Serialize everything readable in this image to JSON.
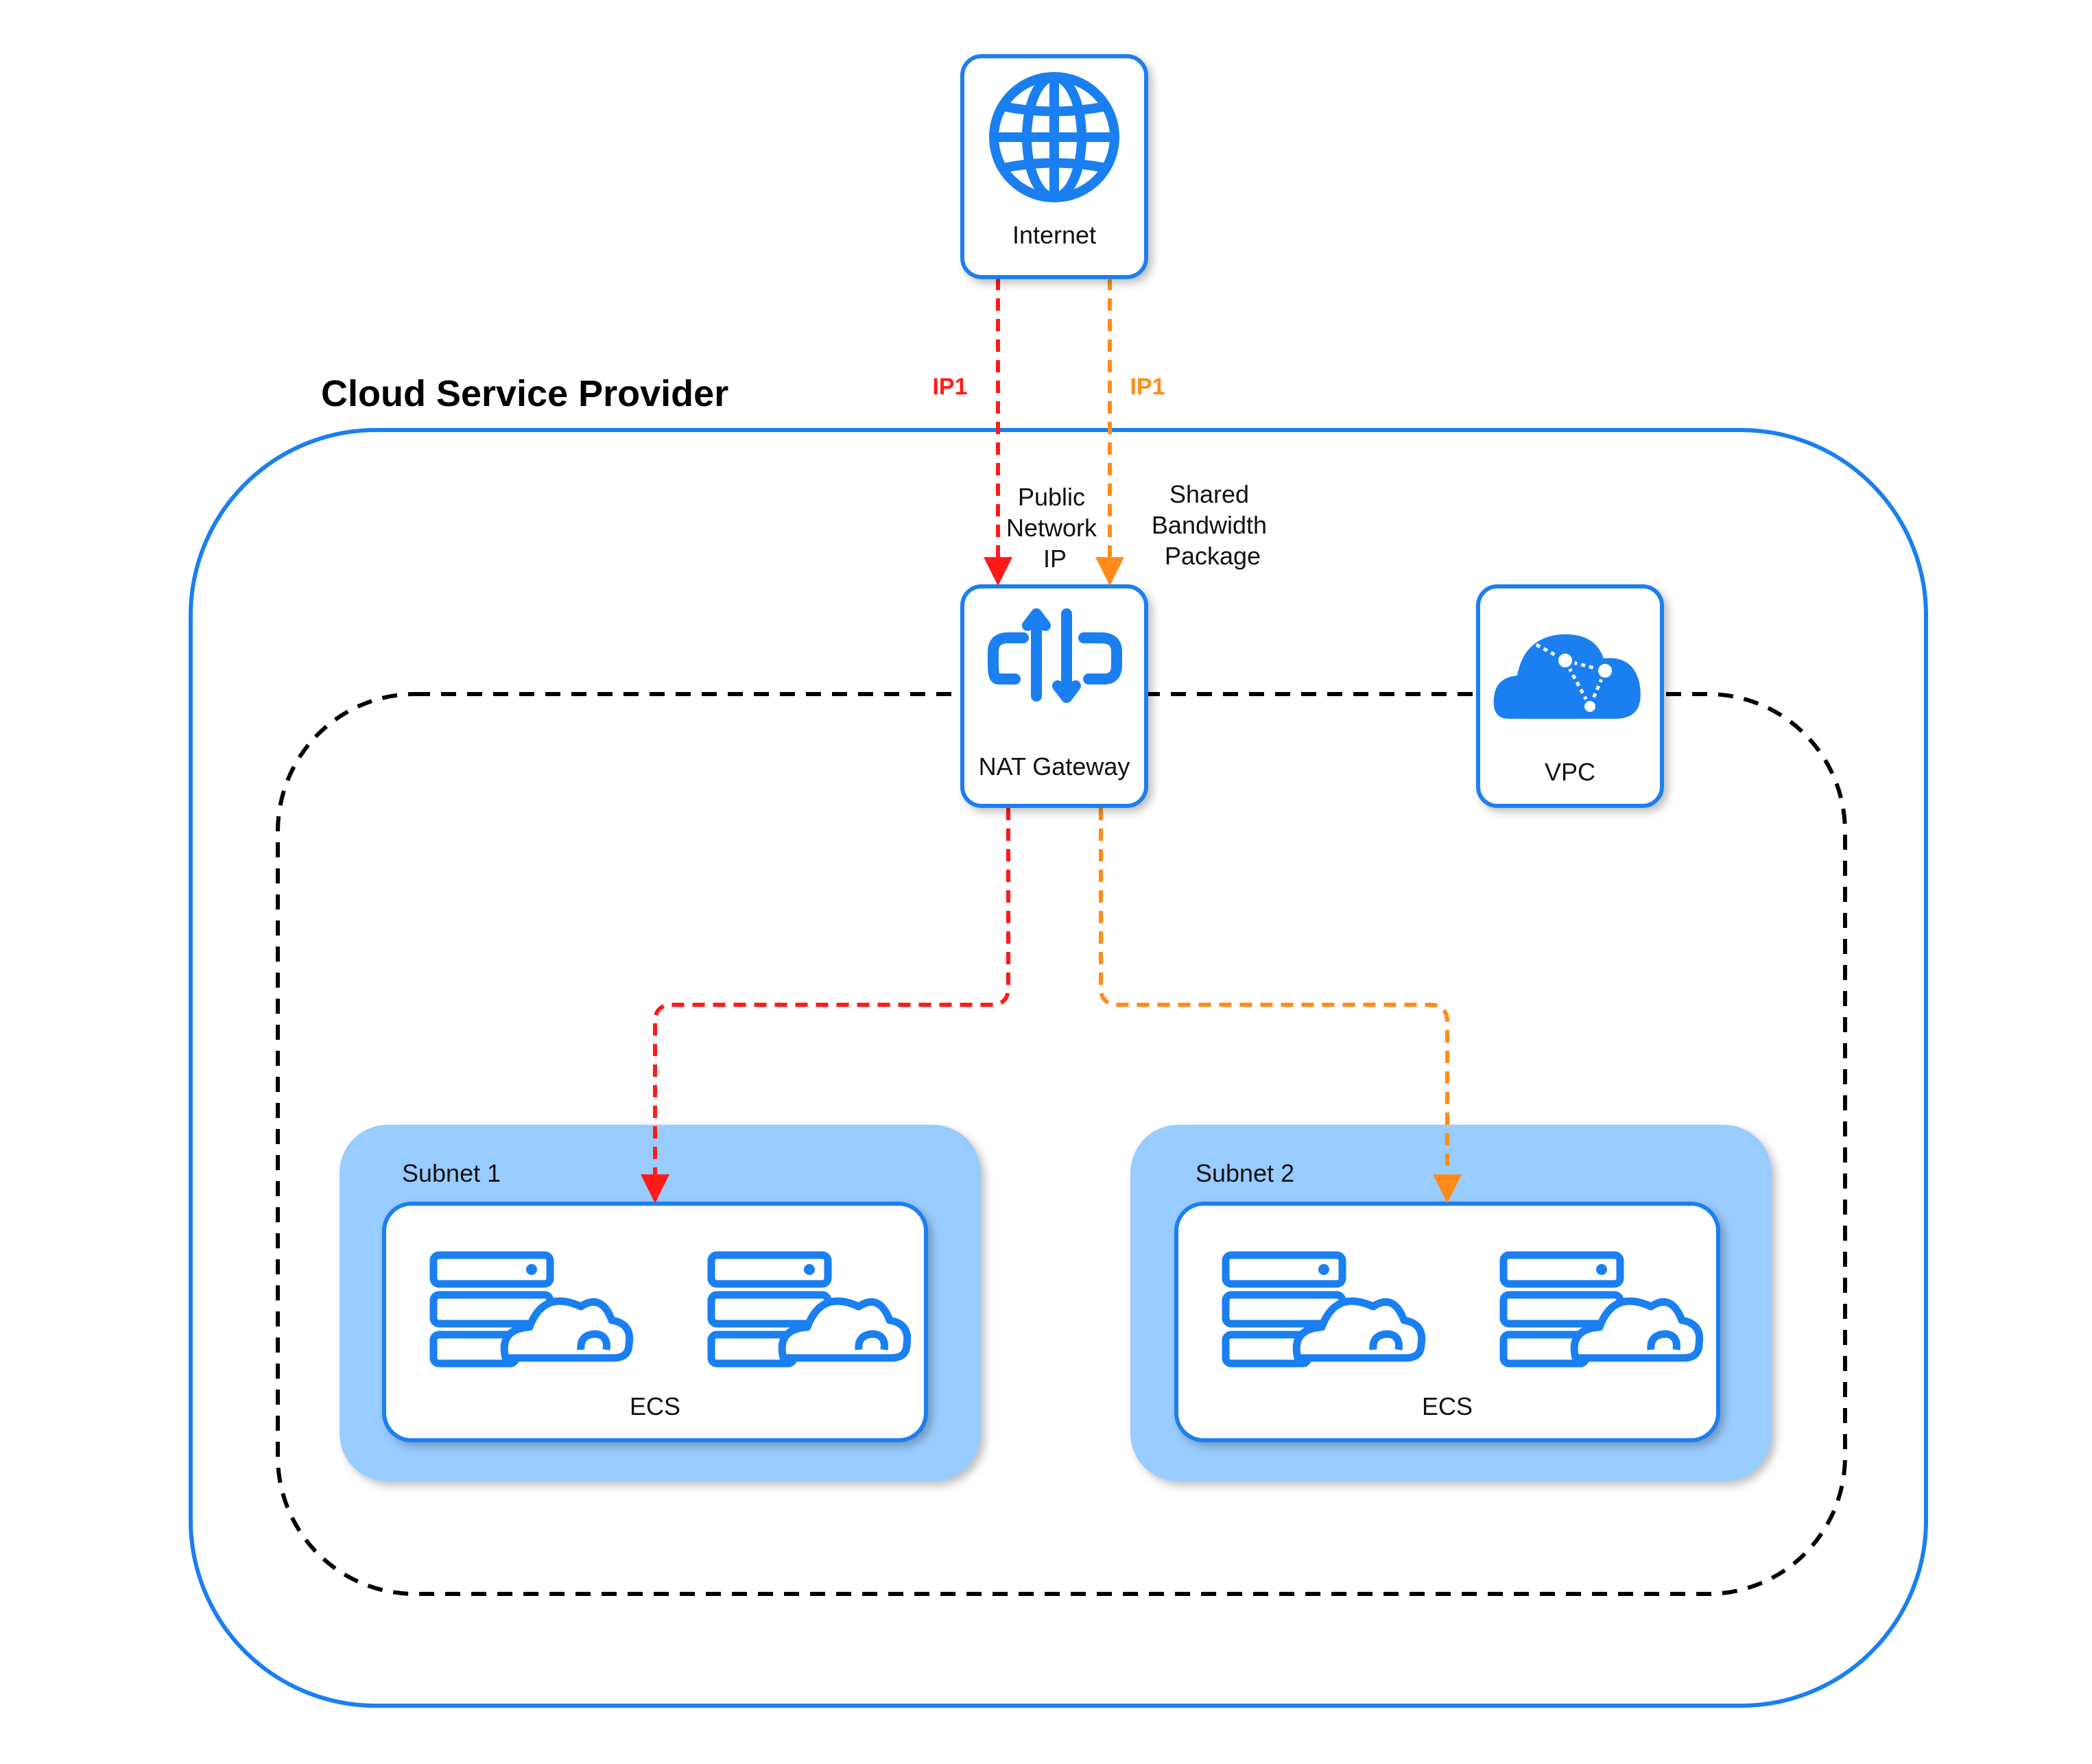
{
  "provider": {
    "title": "Cloud Service Provider"
  },
  "internet": {
    "label": "Internet",
    "icon": "globe-icon"
  },
  "nat": {
    "label": "NAT Gateway",
    "icon": "nat-gateway-icon"
  },
  "vpc": {
    "label": "VPC",
    "icon": "vpc-cloud-icon"
  },
  "public_ip": {
    "line1": "Public",
    "line2": "Network",
    "line3": "IP"
  },
  "bandwidth": {
    "line1": "Shared",
    "line2": "Bandwidth",
    "line3": "Package"
  },
  "flows": {
    "red": {
      "label": "IP1",
      "color": "#ff1a1a"
    },
    "orange": {
      "label": "IP1",
      "color": "#ff8c1a"
    }
  },
  "subnets": [
    {
      "label": "Subnet 1",
      "ecs_label": "ECS",
      "icon": "server-cloud-icon"
    },
    {
      "label": "Subnet 2",
      "ecs_label": "ECS",
      "icon": "server-cloud-icon"
    }
  ],
  "colors": {
    "accent": "#1a7ff0",
    "subnet_fill": "#99ccff",
    "vpc_border": "#000000"
  }
}
